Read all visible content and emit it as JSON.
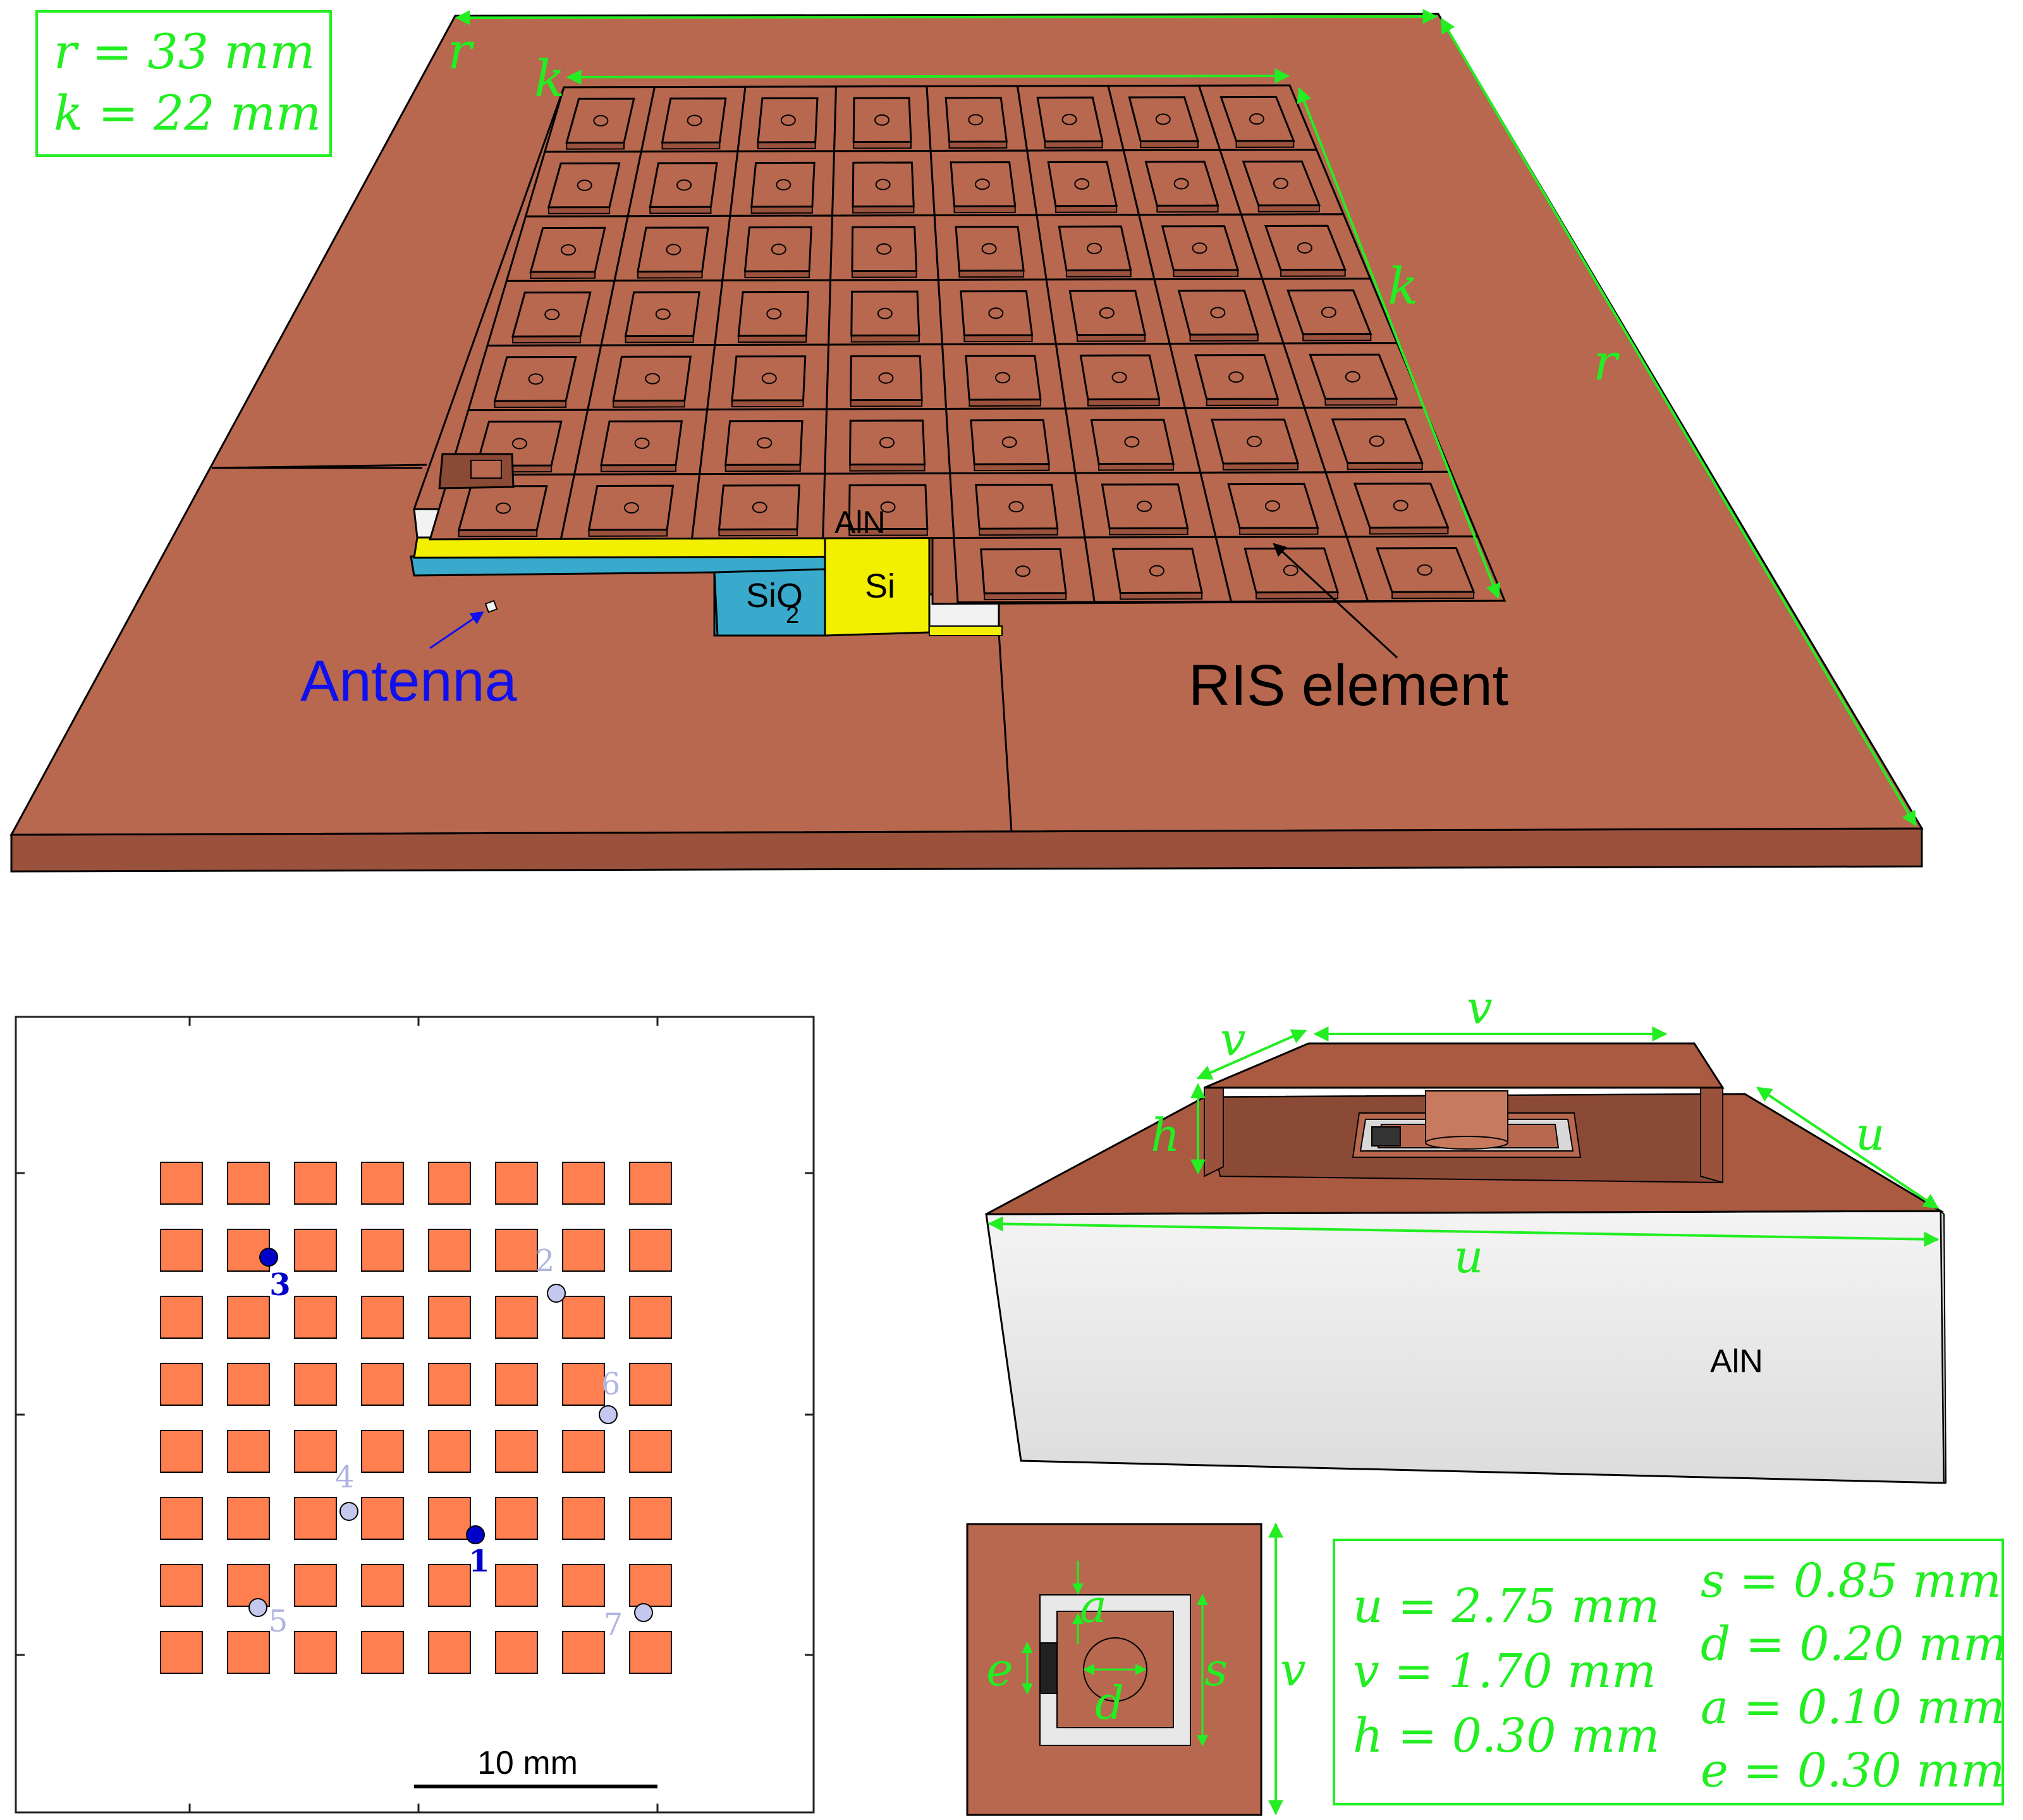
{
  "colors": {
    "copper": "#b7684f",
    "copper_side": "#9a523d",
    "copper_dark": "#5a2a1f",
    "dimension": "#22ee22",
    "aln": "#f2f2f2",
    "si": "#f2ef00",
    "sio2": "#39aacc",
    "patch": "#ff7f50",
    "antenna_label": "#1010ee",
    "probe_active": "#0000cc",
    "probe_inactive": "#c4c8ee",
    "probe_inactive_label": "#b0b4e0"
  },
  "top_view": {
    "legend_r": "r = 33 mm",
    "legend_k": "k = 22 mm",
    "dim_r": "r",
    "dim_k": "k",
    "label_aln": "AlN",
    "label_si": "Si",
    "label_sio2_main": "SiO",
    "label_sio2_sub": "2",
    "label_antenna": "Antenna",
    "label_ris": "RIS element",
    "grid_cols": 8,
    "grid_rows": 8
  },
  "plan_view": {
    "grid_rows": 8,
    "grid_cols": 8,
    "scale_label": "10 mm",
    "probes": [
      {
        "label": "1",
        "active": true
      },
      {
        "label": "2",
        "active": false
      },
      {
        "label": "3",
        "active": true
      },
      {
        "label": "4",
        "active": false
      },
      {
        "label": "5",
        "active": false
      },
      {
        "label": "6",
        "active": false
      },
      {
        "label": "7",
        "active": false
      }
    ]
  },
  "unit_cell": {
    "dim_v": "v",
    "dim_h": "h",
    "dim_u": "u",
    "label_aln": "AlN"
  },
  "top_cell": {
    "dim_a": "a",
    "dim_e": "e",
    "dim_d": "d",
    "dim_s": "s",
    "dim_v": "v"
  },
  "params_left": [
    "u = 2.75 mm",
    "v = 1.70 mm",
    "h = 0.30 mm"
  ],
  "params_right": [
    "s = 0.85 mm",
    "d = 0.20 mm",
    "a = 0.10 mm",
    "e = 0.30 mm"
  ]
}
